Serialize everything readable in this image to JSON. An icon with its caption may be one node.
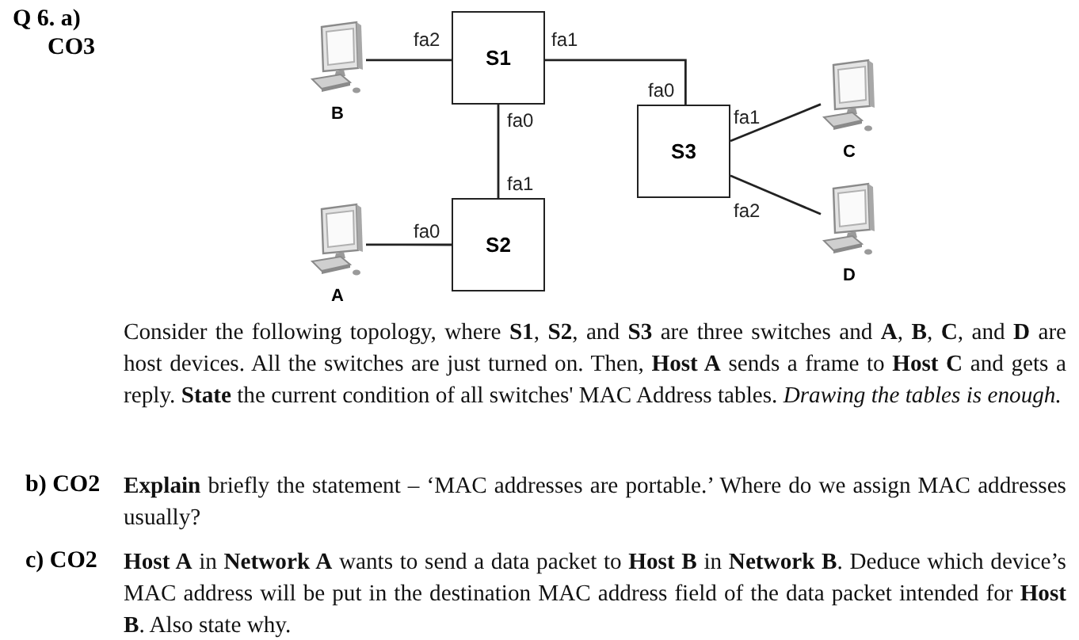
{
  "diagram": {
    "nodes": [
      {
        "text": [
          "S1"
        ]
      },
      {
        "text": [
          "B"
        ]
      },
      {
        "text": [
          "S3"
        ]
      },
      {
        "text": [
          "C"
        ]
      },
      {
        "text": [
          "S2"
        ]
      },
      {
        "text": [
          "D"
        ]
      },
      {
        "text": [
          "A"
        ]
      }
    ],
    "edges": [
      {
        "from": 1,
        "to": 0,
        "arrow": "none"
      },
      {
        "from": 0,
        "to": 2,
        "arrow": "none"
      },
      {
        "from": 0,
        "to": 4,
        "arrow": "none"
      },
      {
        "from": 2,
        "to": 3,
        "arrow": "none"
      },
      {
        "from": 2,
        "to": 5,
        "arrow": "none"
      },
      {
        "from": 6,
        "to": 4,
        "arrow": "none"
      }
    ],
    "labels": [
      "Q 6. a)",
      "CO3",
      "fa2",
      "fa1",
      "fa0",
      "fa0",
      "fa1",
      "fa1",
      "fa2",
      "fa0",
      "Consider the following topology, where **S1**, **S2**, and **S3** are three switches and **A**, **B**, **C**, and **D** are host devices. All the switches are just turned on. Then, **Host A** sends a frame to **Host C** and gets a reply. **State** the current condition of all switches' MAC Address tables. *Drawing the tables is enough.*",
      "b) CO2",
      "**Explain** briefly the statement – ‘MAC addresses are portable.’ Where do we assign MAC addresses usually?",
      "c) CO2",
      "**Host A** in **Network A** wants to send a data packet to **Host B** in **Network B**. Deduce which device’s MAC address will be put in the destination MAC address field of the data packet intended for **Host B**. Also state why."
    ]
  }
}
